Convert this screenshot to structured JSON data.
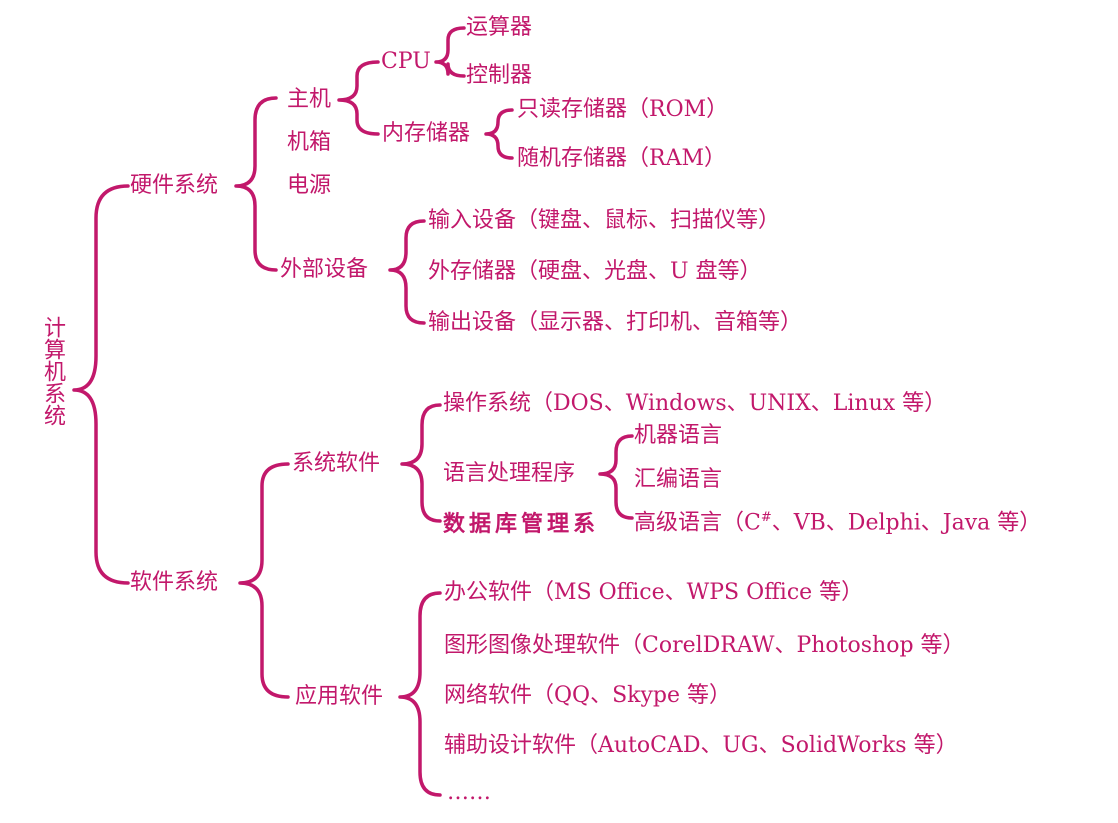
{
  "colors": {
    "primary": "#c2186b"
  },
  "root": "计算机系统",
  "hardware": {
    "label": "硬件系统",
    "host": {
      "label": "主机",
      "cpu": {
        "label": "CPU",
        "items": [
          "运算器",
          "控制器"
        ]
      },
      "memory": {
        "label": "内存储器",
        "items": [
          "只读存储器（ROM）",
          "随机存储器（RAM）"
        ]
      }
    },
    "case": "机箱",
    "power": "电源",
    "peripherals": {
      "label": "外部设备",
      "items": [
        "输入设备（键盘、鼠标、扫描仪等）",
        "外存储器（硬盘、光盘、U 盘等）",
        "输出设备（显示器、打印机、音箱等）"
      ]
    }
  },
  "software": {
    "label": "软件系统",
    "system": {
      "label": "系统软件",
      "os": "操作系统（DOS、Windows、UNIX、Linux 等）",
      "lang": {
        "label": "语言处理程序",
        "items": [
          "机器语言",
          "汇编语言",
          "高级语言（C",
          "#",
          "、VB、Delphi、Java 等）"
        ]
      },
      "db": "数据库管理系"
    },
    "application": {
      "label": "应用软件",
      "items": [
        "办公软件（MS Office、WPS Office 等）",
        "图形图像处理软件（CorelDRAW、Photoshop 等）",
        "网络软件（QQ、Skype 等）",
        "辅助设计软件（AutoCAD、UG、SolidWorks 等）",
        "……"
      ]
    }
  }
}
